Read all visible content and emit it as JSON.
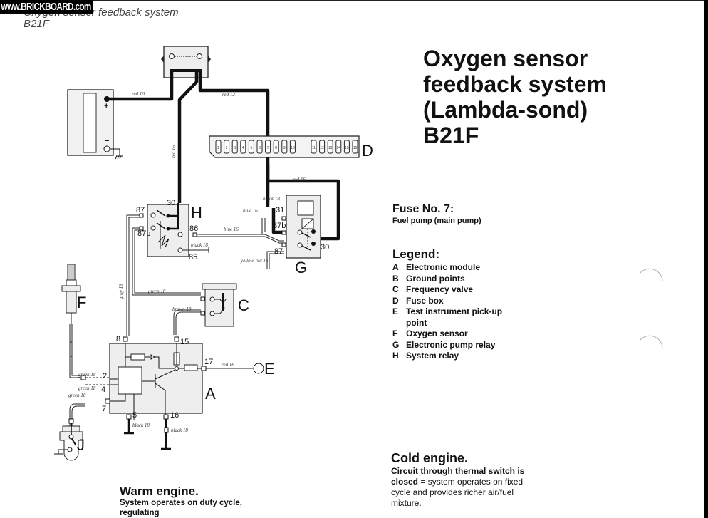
{
  "watermark": "www.BRICKBOARD.com",
  "header": {
    "line1": "Oxygen sensor feedback system",
    "line2": "B21F"
  },
  "title": {
    "line1": "Oxygen sensor",
    "line2": "feedback system",
    "line3": "(Lambda-sond)",
    "line4": "B21F"
  },
  "fuse": {
    "heading": "Fuse No. 7:",
    "text": "Fuel pump (main pump)"
  },
  "legend": {
    "heading": "Legend:",
    "items": [
      {
        "key": "A",
        "label": "Electronic module"
      },
      {
        "key": "B",
        "label": "Ground points"
      },
      {
        "key": "C",
        "label": "Frequency valve"
      },
      {
        "key": "D",
        "label": "Fuse box"
      },
      {
        "key": "E",
        "label": "Test instrument pick-up point"
      },
      {
        "key": "F",
        "label": "Oxygen sensor"
      },
      {
        "key": "G",
        "label": "Electronic pump relay"
      },
      {
        "key": "H",
        "label": "System relay"
      }
    ]
  },
  "cold_engine": {
    "heading": "Cold engine.",
    "bold_text": "Circuit through thermal switch is closed",
    "text": " = system operates on fixed cycle and provides richer air/fuel mixture."
  },
  "warm_engine": {
    "heading": "Warm engine.",
    "text": "System operates on duty cycle, regulating"
  },
  "diagram": {
    "component_labels": {
      "A": "A",
      "C": "C",
      "D": "D",
      "E": "E",
      "F": "F",
      "G": "G",
      "H": "H",
      "J": "J"
    },
    "wire_labels": {
      "red10": "red 10",
      "red12": "red 12",
      "red16a": "red 16",
      "red16b": "red 16",
      "black18_g": "black 18",
      "blue16_a": "blue 16",
      "blue16_b": "blue 16",
      "black18_h": "black 18",
      "yellow_red16": "yellow-red 16",
      "gray16": "gray 16",
      "green18_c": "green 18",
      "brown18": "brown 18",
      "green18_2": "green 18",
      "green18_4": "green 18",
      "green18_7": "green 18",
      "red16_e": "red 16",
      "black18_5": "black 18",
      "black18_16": "black 18"
    },
    "pins": {
      "h30": "30",
      "h87": "87",
      "h87b": "87b",
      "h86": "86",
      "h85": "85",
      "g31": "31",
      "g87b": "87b",
      "g87": "87",
      "g30": "30",
      "a8": "8",
      "a15": "15",
      "a17": "17",
      "a2": "2",
      "a4": "4",
      "a7": "7",
      "a5": "5",
      "a16": "16"
    },
    "fuse_numbers": [
      "1",
      "2",
      "3",
      "4",
      "5",
      "6",
      "7",
      "8",
      "9",
      "10",
      "11",
      "12",
      "13",
      "14",
      "15",
      "16"
    ]
  }
}
